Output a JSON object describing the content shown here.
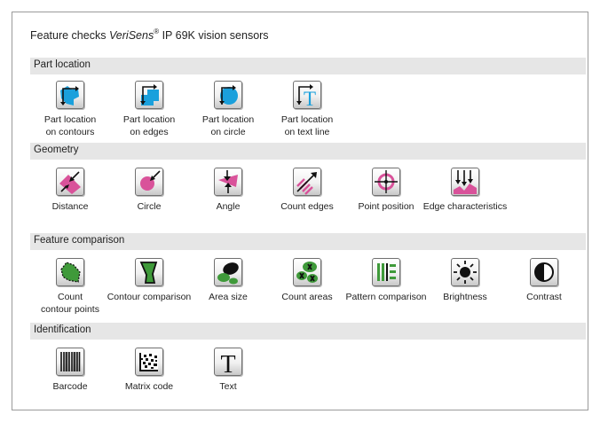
{
  "title": {
    "prefix": "Feature checks ",
    "brand": "VeriSens",
    "reg": "®",
    "suffix": " IP 69K vision sensors"
  },
  "sections": [
    {
      "label": "Part location",
      "items": [
        {
          "label_1": "Part location",
          "label_2": "on contours",
          "icon": "part-location-contours-icon"
        },
        {
          "label_1": "Part location",
          "label_2": "on edges",
          "icon": "part-location-edges-icon"
        },
        {
          "label_1": "Part location",
          "label_2": "on circle",
          "icon": "part-location-circle-icon"
        },
        {
          "label_1": "Part location",
          "label_2": "on text line",
          "icon": "part-location-text-icon"
        }
      ]
    },
    {
      "label": "Geometry",
      "items": [
        {
          "label_1": "Distance",
          "icon": "distance-icon"
        },
        {
          "label_1": "Circle",
          "icon": "circle-icon"
        },
        {
          "label_1": "Angle",
          "icon": "angle-icon"
        },
        {
          "label_1": "Count edges",
          "icon": "count-edges-icon"
        },
        {
          "label_1": "Point position",
          "icon": "point-position-icon"
        },
        {
          "label_1": "Edge characteristics",
          "icon": "edge-characteristics-icon"
        }
      ]
    },
    {
      "label": "Feature comparison",
      "items": [
        {
          "label_1": "Count",
          "label_2": "contour points",
          "icon": "count-contour-points-icon"
        },
        {
          "label_1": "Contour comparison",
          "icon": "contour-comparison-icon"
        },
        {
          "label_1": "Area size",
          "icon": "area-size-icon"
        },
        {
          "label_1": "Count areas",
          "icon": "count-areas-icon"
        },
        {
          "label_1": "Pattern comparison",
          "icon": "pattern-comparison-icon"
        },
        {
          "label_1": "Brightness",
          "icon": "brightness-icon"
        },
        {
          "label_1": "Contrast",
          "icon": "contrast-icon"
        }
      ]
    },
    {
      "label": "Identification",
      "items": [
        {
          "label_1": "Barcode",
          "icon": "barcode-icon"
        },
        {
          "label_1": "Matrix code",
          "icon": "matrix-code-icon"
        },
        {
          "label_1": "Text",
          "icon": "text-icon"
        }
      ]
    }
  ],
  "colors": {
    "cyan": "#1aa0dc",
    "pink": "#d9529a",
    "green": "#3f9a3a",
    "section_bg": "#e6e6e6"
  }
}
